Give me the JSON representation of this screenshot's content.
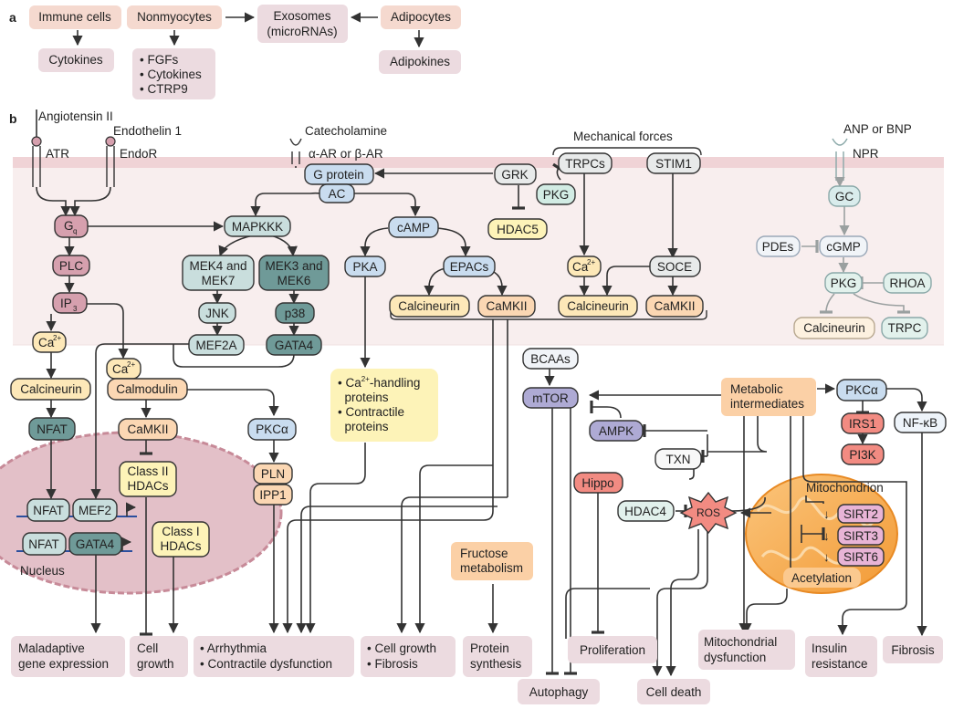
{
  "panel_a": {
    "letter": "a",
    "immune_cells": "Immune cells",
    "nonmyocytes": "Nonmyocytes",
    "exosomes_1": "Exosomes",
    "exosomes_2": "(microRNAs)",
    "adipocytes": "Adipocytes",
    "cytokines": "Cytokines",
    "nonmyo_outputs": [
      "• FGFs",
      "• Cytokines",
      "• CTRP9"
    ],
    "adipokines": "Adipokines"
  },
  "panel_b": {
    "letter": "b",
    "ligands": {
      "angiotensin": "Angiotensin II",
      "endothelin": "Endothelin 1",
      "catecholamine": "Catecholamine",
      "anp": "ANP or BNP",
      "mechanical": "Mechanical forces"
    },
    "receptors": {
      "atr": "ATR",
      "endor": "EndoR",
      "ar": "α-AR or β-AR",
      "npr": "NPR"
    },
    "nodes": {
      "gq": "G",
      "gq_sub": "q",
      "plc": "PLC",
      "ip3": "IP",
      "ip3_sub": "3",
      "ca": "Ca",
      "ca_sup": "2+",
      "calcineurin": "Calcineurin",
      "nfat": "NFAT",
      "mapkkk": "MAPKKK",
      "mek47": [
        "MEK4 and",
        "MEK7"
      ],
      "mek36": [
        "MEK3 and",
        "MEK6"
      ],
      "jnk": "JNK",
      "p38": "p38",
      "mef2a": "MEF2A",
      "gata4": "GATA4",
      "calmodulin": "Calmodulin",
      "camkii": "CaMKII",
      "class2": [
        "Class II",
        "HDACs"
      ],
      "class1": [
        "Class I",
        "HDACs"
      ],
      "pkca": "PKCα",
      "pln": "PLN",
      "ipp1": "IPP1",
      "gprotein": "G protein",
      "ac": "AC",
      "camp": "cAMP",
      "pka": "PKA",
      "epacs": "EPACs",
      "ca_handling": [
        "• Ca",
        "2+",
        "-handling",
        "  proteins",
        "• Contractile",
        "  proteins"
      ],
      "grk": "GRK",
      "pkg": "PKG",
      "hdac5": "HDAC5",
      "trpcs": "TRPCs",
      "stim1": "STIM1",
      "soce": "SOCE",
      "gc": "GC",
      "pdes": "PDEs",
      "cgmp": "cGMP",
      "rhoa": "RHOA",
      "trpc": "TRPC",
      "bcaas": "BCAAs",
      "mtor": "mTOR",
      "ampk": "AMPK",
      "txn": "TXN",
      "hippo": "Hippo",
      "hdac4": "HDAC4",
      "ros": "ROS",
      "metabolic": [
        "Metabolic",
        "intermediates"
      ],
      "irs1": "IRS1",
      "pi3k": "PI3K",
      "nfkb": "NF-κB",
      "fructose": [
        "Fructose",
        "metabolism"
      ],
      "sirt2": "SIRT2",
      "sirt3": "SIRT3",
      "sirt6": "SIRT6",
      "acetylation": "Acetylation",
      "mitochondrion": "Mitochondrion",
      "mef2": "MEF2",
      "nucleus": "Nucleus"
    },
    "outcomes": {
      "maladaptive": [
        "Maladaptive",
        "gene expression"
      ],
      "cell_growth": [
        "Cell",
        "growth"
      ],
      "arrhythmia": [
        "• Arrhythmia",
        "• Contractile dysfunction"
      ],
      "growth_fibrosis": [
        "• Cell growth",
        "• Fibrosis"
      ],
      "protein_synthesis": [
        "Protein",
        "synthesis"
      ],
      "autophagy": "Autophagy",
      "proliferation": "Proliferation",
      "cell_death": "Cell death",
      "mito_dysfunction": [
        "Mitochondrial",
        "dysfunction"
      ],
      "insulin": [
        "Insulin",
        "resistance"
      ],
      "fibrosis": "Fibrosis"
    }
  },
  "colors": {
    "pink_panel": "#f5d9cf",
    "outcome": "#ecdbe0",
    "membrane_band": "#f0d3d6",
    "cell_bg": "#f8eeee",
    "nucleus": "#e3c0c8",
    "gq_pink": "#d6a0ae",
    "orange": "#fbd7b3",
    "pale_orange": "#fde8cd",
    "teal_dark": "#6f9a98",
    "teal_light": "#c9dedd",
    "blue": "#c9dcef",
    "yellow": "#fdf3b8",
    "purple": "#aeaad4",
    "red": "#f28b82",
    "mito": "#f7a94a"
  }
}
